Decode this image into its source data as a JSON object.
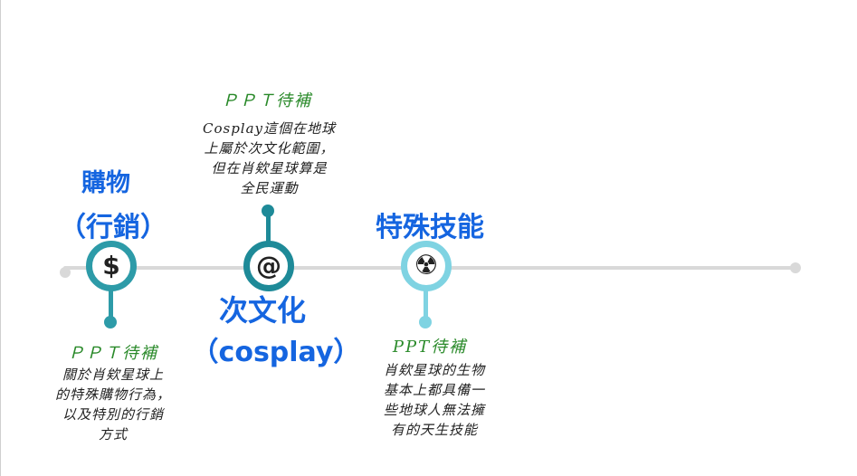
{
  "colors": {
    "node1": "#2d9ba8",
    "node2": "#1e8a98",
    "node3": "#7fd3e2",
    "line": "#d9d9d9",
    "title": "#1565e0",
    "note_head": "#2a8a2a"
  },
  "nodes": [
    {
      "icon": "dollar-icon",
      "symbol": "$",
      "title_line1": "購物",
      "title_line2": "（行銷）",
      "note_head": "ＰＰＴ待補",
      "note_body": [
        "關於肖欸星球上",
        "的特殊購物行為，",
        "以及特別的行銷",
        "方式"
      ]
    },
    {
      "icon": "at-sign-icon",
      "symbol": "@",
      "title_line1": "次文化",
      "title_line2": "（cosplay）",
      "note_head": "ＰＰＴ待補",
      "note_body": [
        "Cosplay這個在地球",
        "上屬於次文化範圍，",
        "但在肖欸星球算是",
        "全民運動"
      ]
    },
    {
      "icon": "radiation-icon",
      "symbol": "☢",
      "title_line1": "特殊技能",
      "note_head": "PPT待補",
      "note_body": [
        "肖欸星球的生物",
        "基本上都具備一",
        "些地球人無法擁",
        "有的天生技能"
      ]
    }
  ]
}
